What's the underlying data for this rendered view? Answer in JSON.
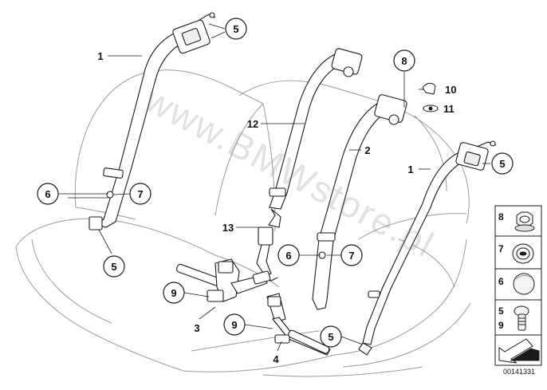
{
  "diagram": {
    "id_code": "00141331",
    "watermark": "www.BMWstore.pl",
    "colors": {
      "line": "#1a1a1a",
      "seat": "#9a9a9a",
      "callout_stroke": "#1a1a1a"
    }
  },
  "callouts": {
    "c5_top": "5",
    "c1_left": "1",
    "c8": "8",
    "c10": "10",
    "c11": "11",
    "c12": "12",
    "c2": "2",
    "c1_right": "1",
    "c5_right": "5",
    "c6_left": "6",
    "c7_left": "7",
    "c5_left": "5",
    "c13": "13",
    "c6_mid": "6",
    "c7_mid": "7",
    "c9_left": "9",
    "c3": "3",
    "c9_mid": "9",
    "c4": "4",
    "c5_bottom": "5"
  },
  "legend": {
    "items": [
      {
        "label": "8",
        "icon": "hex-nut-icon"
      },
      {
        "label": "7",
        "icon": "grommet-icon"
      },
      {
        "label": "6",
        "icon": "cap-icon"
      },
      {
        "label": "5\n9",
        "icon": "bolt-icon"
      }
    ],
    "label_8": "8",
    "label_7": "7",
    "label_6": "6",
    "label_5": "5",
    "label_9": "9"
  }
}
